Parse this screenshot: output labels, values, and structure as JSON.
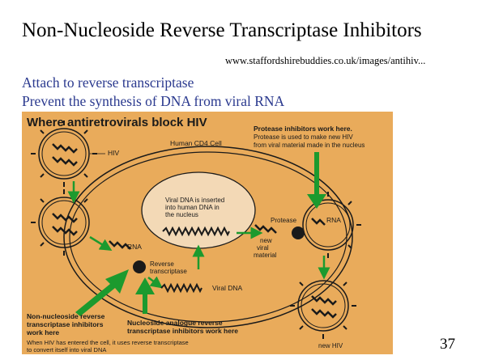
{
  "slide": {
    "title": "Non-Nucleoside Reverse Transcriptase Inhibitors",
    "source_url": "www.staffordshirebuddies.co.uk/images/antihiv...",
    "bullets": [
      "Attach to reverse transcriptase",
      "Prevent the synthesis of DNA from viral RNA"
    ],
    "page_number": "37"
  },
  "diagram": {
    "heading": "Where antiretrovirals block HIV",
    "cell_label": "Human CD4 Cell",
    "hiv_label": "HIV",
    "rna_label_left": "RNA",
    "rna_label_right": "RNA",
    "nucleus_text": [
      "Viral DNA is inserted",
      "into human DNA in",
      "the nucleus"
    ],
    "protease_label": "Protease",
    "new_viral_material": [
      "new",
      "viral",
      "material"
    ],
    "reverse_transcriptase": [
      "Reverse",
      "transcriptase"
    ],
    "viral_dna_label": "Viral DNA",
    "protease_inhibitors": [
      "Protease inhibitors work here.",
      "Protease is used to make new HIV",
      "from viral material made in the nucleus"
    ],
    "nnrti_label": [
      "Non-nucleoside reverse",
      "transcriptase inhibitors",
      "work here"
    ],
    "nrti_label": [
      "Nucleoside analogue reverse",
      "transcriptase inhibitors work here"
    ],
    "caption": [
      "When HIV has entered the cell, it uses reverse transcriptase",
      "to convert itself into viral DNA"
    ],
    "new_hiv_label": "new HIV",
    "colors": {
      "background": "#e9ab5b",
      "nucleus_fill": "#f3d9b6",
      "arrow": "#1c9a2e",
      "ink": "#1a1a1a",
      "bullet_text": "#2b3a8f"
    }
  }
}
